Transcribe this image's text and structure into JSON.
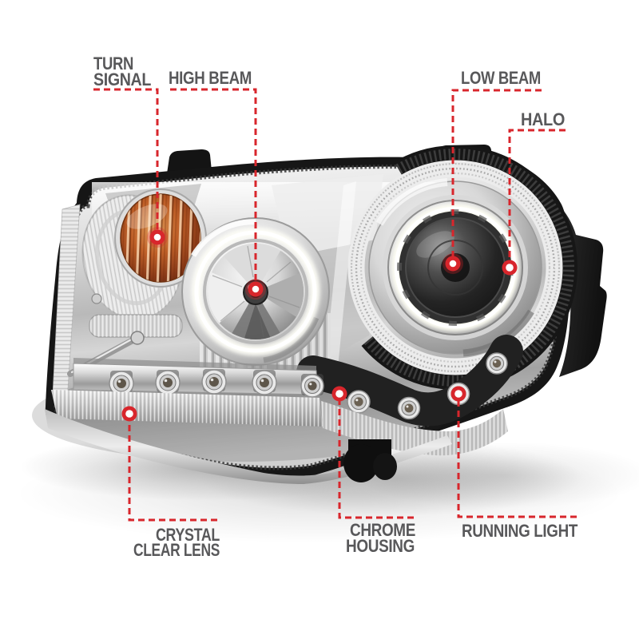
{
  "colors": {
    "accent_red": "#d8262c",
    "label_gray": "#58585a",
    "background": "#ffffff",
    "amber": "#b55a28",
    "chrome_light": "#e8e8e8",
    "housing_black": "#161616"
  },
  "annotations": [
    {
      "id": "turn-signal",
      "lines": [
        "TURN",
        "SIGNAL"
      ]
    },
    {
      "id": "high-beam",
      "lines": [
        "HIGH BEAM"
      ]
    },
    {
      "id": "low-beam",
      "lines": [
        "LOW BEAM"
      ]
    },
    {
      "id": "halo",
      "lines": [
        "HALO"
      ]
    },
    {
      "id": "crystal-clear-lens",
      "lines": [
        "CRYSTAL",
        "CLEAR LENS"
      ]
    },
    {
      "id": "chrome-housing",
      "lines": [
        "CHROME",
        "HOUSING"
      ]
    },
    {
      "id": "running-light",
      "lines": [
        "RUNNING LIGHT"
      ]
    }
  ]
}
